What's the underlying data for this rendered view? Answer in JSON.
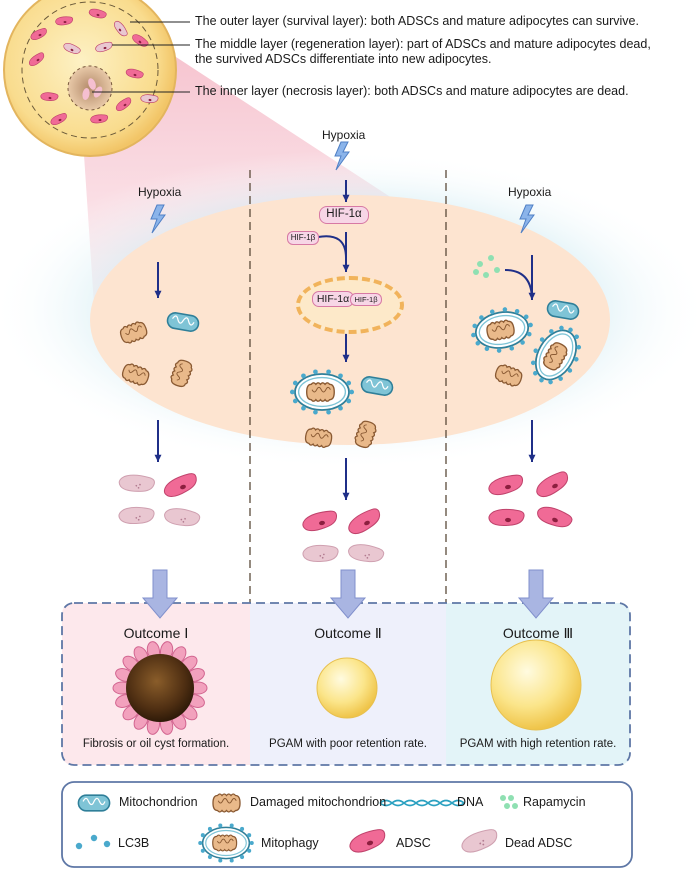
{
  "layers": {
    "outer": "The outer layer (survival layer): both ADSCs and mature adipocytes can survive.",
    "middle_1": "The middle layer (regeneration layer): part of ADSCs and mature adipocytes dead,",
    "middle_2": "the survived ADSCs differentiate into new adipocytes.",
    "inner": "The inner layer (necrosis layer): both ADSCs and mature adipocytes are dead."
  },
  "hypoxia": "Hypoxia",
  "hif1a": "HIF-1α",
  "hif1b": "HIF-1β",
  "outcomes": [
    {
      "title": "Outcome Ⅰ",
      "caption": "Fibrosis or oil cyst formation."
    },
    {
      "title": "Outcome Ⅱ",
      "caption": "PGAM with poor retention rate."
    },
    {
      "title": "Outcome Ⅲ",
      "caption": "PGAM with high retention rate."
    }
  ],
  "legend": {
    "mitochondrion": "Mitochondrion",
    "damaged": "Damaged mitochondrion",
    "dna": "DNA",
    "rapamycin": "Rapamycin",
    "lc3b": "LC3B",
    "mitophagy": "Mitophagy",
    "adsc": "ADSC",
    "dead_adsc": "Dead ADSC"
  },
  "colors": {
    "mito_fill": "#7fc4d6",
    "mito_stroke": "#2f7f99",
    "damaged_fill": "#e9b98a",
    "damaged_stroke": "#8a5a33",
    "adsc_fill": "#f06a96",
    "dead_fill": "#e9c7d1",
    "arrow": "#1f2f88",
    "outcome_arrow": "#a9b5e2",
    "oval": "#fde3cf",
    "lc3b": "#4aa9cc"
  }
}
